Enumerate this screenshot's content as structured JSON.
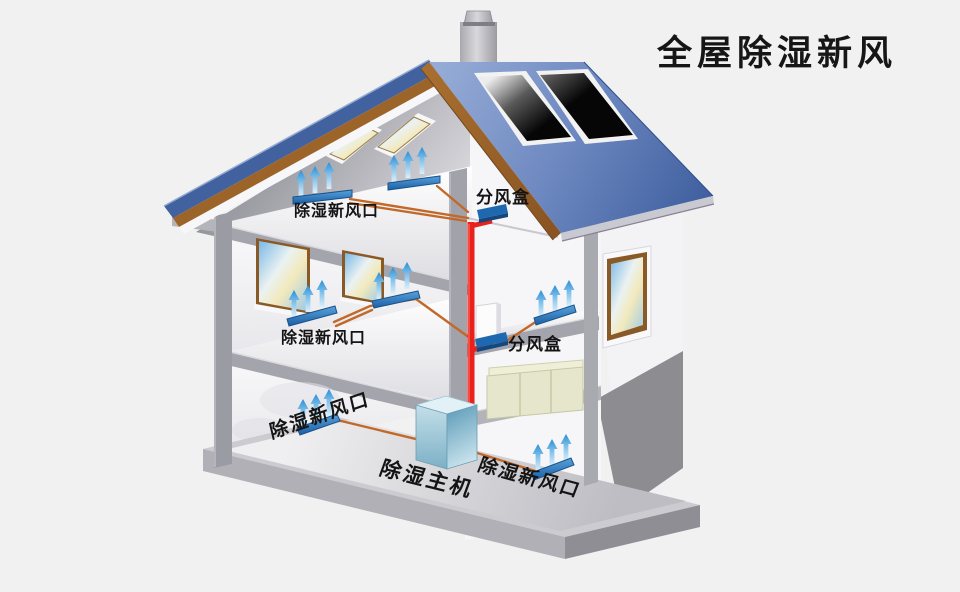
{
  "title": "全屋除湿新风",
  "labels": {
    "attic_vent": "除湿新风口",
    "distribution_box_upper": "分风盒",
    "middle_vent": "除湿新风口",
    "distribution_box_lower": "分风盒",
    "ground_left_vent": "除湿新风口",
    "main_unit": "除湿主机",
    "ground_right_vent": "除湿新风口"
  },
  "colors": {
    "background": "#f1f1f2",
    "roof_blue": "#41629f",
    "fascia_brown": "#9c6428",
    "vent_blue": "#1e68b0",
    "vent_blue_dark": "#14487c",
    "riser_red": "#e8211c",
    "duct_orange": "#c2692a",
    "unit_steel": "#7cb0c6",
    "text": "#141414"
  }
}
